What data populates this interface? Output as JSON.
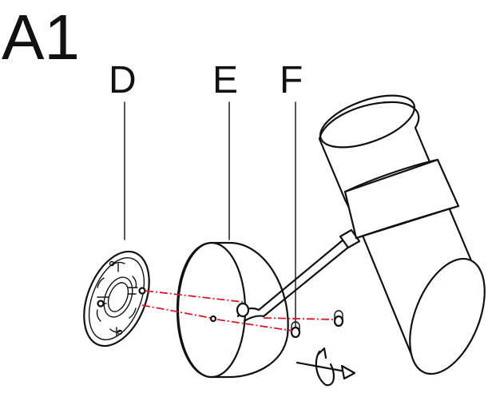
{
  "step_label": "A1",
  "parts": {
    "d": "D",
    "e": "E",
    "f": "F"
  },
  "colors": {
    "line": "#111111",
    "axis": "#d8192a",
    "background": "#ffffff"
  }
}
